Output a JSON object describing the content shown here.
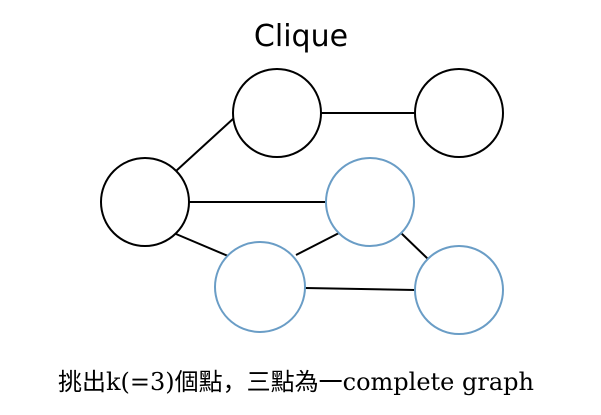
{
  "title": "Clique",
  "caption": "挑出k(=3)個點，三點為一complete graph",
  "colors": {
    "default_node": "#000000",
    "clique_node": "#6a9dc6",
    "edge": "#000000"
  },
  "nodes": [
    {
      "id": "A",
      "in_clique": false
    },
    {
      "id": "B",
      "in_clique": false
    },
    {
      "id": "C",
      "in_clique": false
    },
    {
      "id": "D",
      "in_clique": true
    },
    {
      "id": "E",
      "in_clique": true
    },
    {
      "id": "F",
      "in_clique": true
    }
  ],
  "edges": [
    {
      "from": "A",
      "to": "B"
    },
    {
      "from": "B",
      "to": "C"
    },
    {
      "from": "C",
      "to": "D"
    },
    {
      "from": "C",
      "to": "E"
    },
    {
      "from": "D",
      "to": "E"
    },
    {
      "from": "D",
      "to": "F"
    },
    {
      "from": "E",
      "to": "F"
    }
  ]
}
